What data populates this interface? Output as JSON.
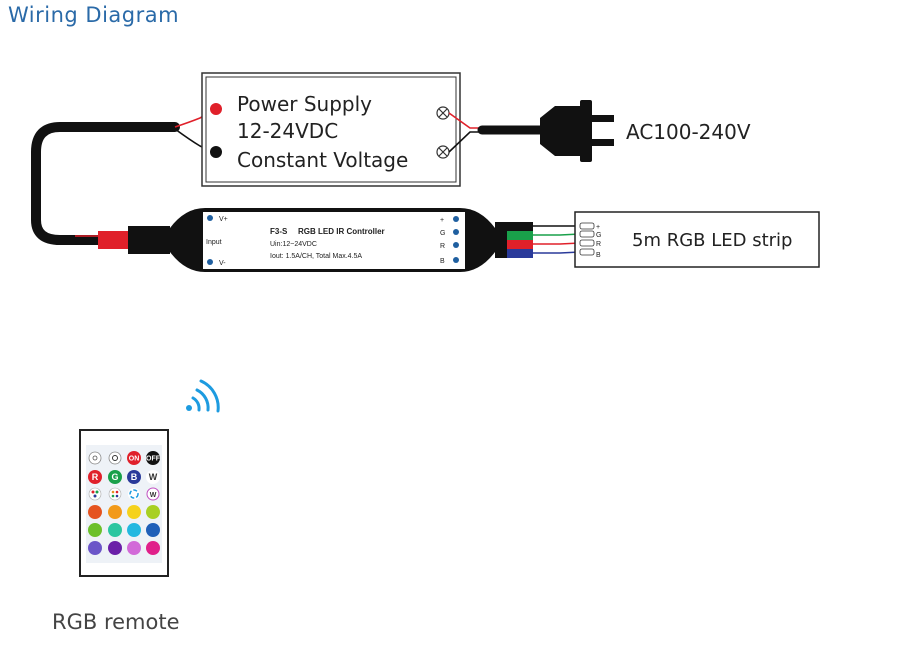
{
  "title": "Wiring Diagram",
  "power_supply": {
    "line1": "Power Supply",
    "line2": "12-24VDC",
    "line3": "Constant Voltage"
  },
  "ac_label": "AC100-240V",
  "controller": {
    "model": "F3-S",
    "name": "RGB LED IR Controller",
    "uin": "Uin:12~24VDC",
    "iout": "Iout: 1.5A/CH, Total Max.4.5A",
    "input_label": "Input",
    "vplus": "V+",
    "vminus": "V-",
    "out_plus": "+",
    "out_g": "G",
    "out_r": "R",
    "out_b": "B"
  },
  "strip": {
    "label": "5m RGB LED strip",
    "pin_plus": "+",
    "pin_g": "G",
    "pin_r": "R",
    "pin_b": "B"
  },
  "remote": {
    "label": "RGB remote",
    "btn_on": "ON",
    "btn_off": "OFF",
    "btn_r": "R",
    "btn_g": "G",
    "btn_b": "B",
    "btn_w": "W",
    "btn_w2": "W"
  },
  "colors": {
    "title_blue": "#2a6aa8",
    "wire_red": "#e0202a",
    "wire_green": "#19a04a",
    "wire_blue": "#2a3a9a",
    "dot_blue": "#1f5fa0"
  }
}
